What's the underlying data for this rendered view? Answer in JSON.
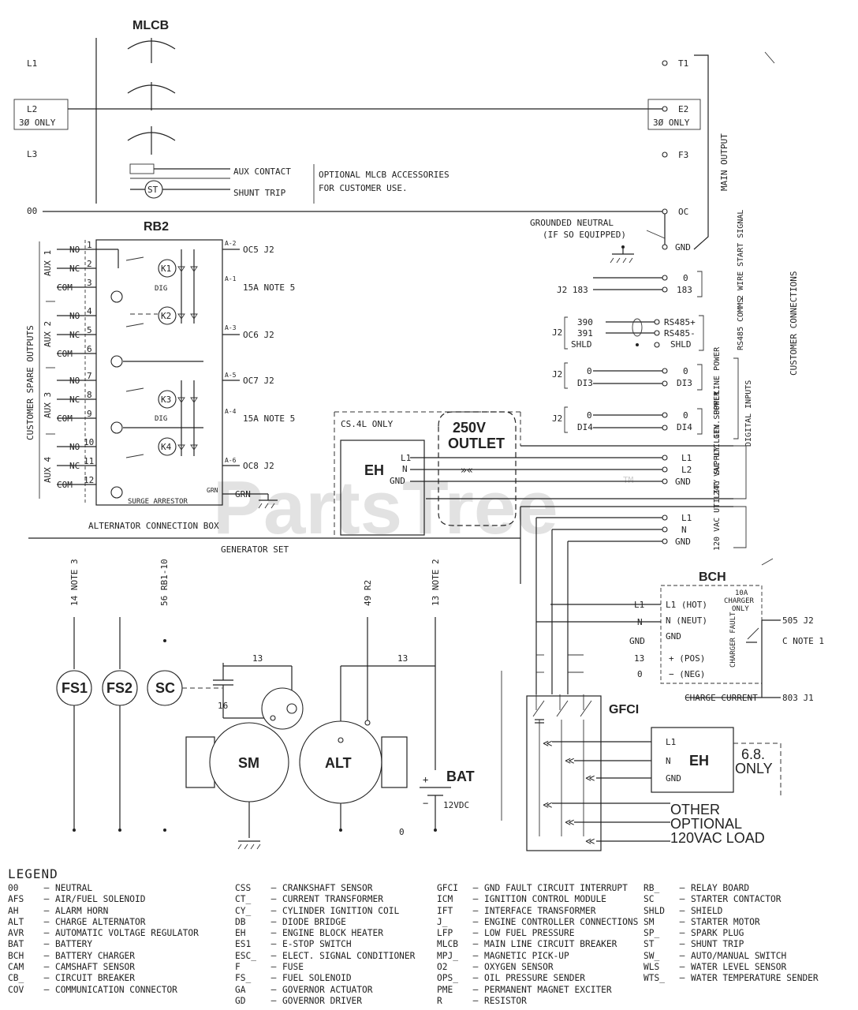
{
  "labels": {
    "mlcb": "MLCB",
    "rb2": "RB2",
    "l1": "L1",
    "l2": "L2",
    "l3": "L3",
    "l0": "00",
    "three_phase_left": "3Ø ONLY",
    "three_phase_right": "3Ø ONLY",
    "t1": "T1",
    "t2": "E2",
    "t3": "F3",
    "t0": "OC",
    "gnd": "GND",
    "aux_contact": "AUX CONTACT",
    "shunt_trip": "SHUNT TRIP",
    "st": "ST",
    "mlcb_accessories_1": "OPTIONAL MLCB ACCESSORIES",
    "mlcb_accessories_2": "FOR CUSTOMER USE.",
    "grounded_neutral_1": "GROUNDED NEUTRAL",
    "grounded_neutral_2": "(IF SO EQUIPPED)",
    "main_output": "MAIN OUTPUT",
    "customer_connections": "CUSTOMER CONNECTIONS",
    "customer_spare_outputs": "CUSTOMER SPARE OUTPUTS",
    "aux1": "AUX 1",
    "aux2": "AUX 2",
    "aux3": "AUX 3",
    "aux4": "AUX 4",
    "no": "NO",
    "nc": "NC",
    "com": "COM",
    "k1": "K1",
    "k2": "K2",
    "k3": "K3",
    "k4": "K4",
    "dig": "DIG",
    "oc5": "OC5 J2",
    "oc6": "OC6 J2",
    "oc7": "OC7 J2",
    "oc8": "OC8 J2",
    "note5_a": "15A NOTE 5",
    "note5_b": "15A NOTE 5",
    "a2": "A-2",
    "a1": "A-1",
    "a3": "A-3",
    "a5": "A-5",
    "a4": "A-4",
    "a6": "A-6",
    "pin1": "1",
    "pin2": "2",
    "pin3": "3",
    "pin4": "4",
    "pin5": "5",
    "pin6": "6",
    "pin7": "7",
    "pin8": "8",
    "pin9": "9",
    "pin10": "10",
    "pin11": "11",
    "pin12": "12",
    "surge_arrestor": "SURGE ARRESTOR",
    "grn": "GRN",
    "alternator_connection_box": "ALTERNATOR CONNECTION BOX",
    "generator_set": "GENERATOR SET",
    "j2_183": "J2 183",
    "zero": "0",
    "n183": "183",
    "two_wire_start": "2 WIRE START SIGNAL",
    "j2": "J2",
    "n390": "390",
    "n391": "391",
    "shld": "SHLD",
    "rs485p": "RS485+",
    "rs485m": "RS485-",
    "shld_r": "SHLD",
    "rs485_comms": "RS485 COMMS",
    "di3": "DI3",
    "di3r": "DI3",
    "di4": "DI4",
    "di4r": "DI4",
    "line_power": "LINE POWER",
    "gen_power": "GEN. POWER",
    "digital_inputs": "DIGITAL INPUTS",
    "cs4_only": "CS.4L ONLY",
    "outlet_1": "250V",
    "outlet_2": "OUTLET",
    "eh": "EH",
    "eh2": "EH",
    "el1": "L1",
    "en": "N",
    "egnd": "GND",
    "u_l1": "L1",
    "u_l2": "L2",
    "u_gnd": "GND",
    "utility_24": "24C VAC UTILITY SUPPLY",
    "u120_l1": "L1",
    "u120_n": "N",
    "u120_gnd": "GND",
    "utility_120": "120 VAC UTILITY SUPPLY",
    "bch": "BCH",
    "l1_hot": "L1 (HOT)",
    "n_neut": "N (NEUT)",
    "bch_gnd": "GND",
    "pos": "+ (POS)",
    "neg": "− (NEG)",
    "gnd_wire": "GND",
    "w13": "13",
    "w0": "0",
    "charger_only_1": "10A",
    "charger_only_2": "CHARGER",
    "charger_only_3": "ONLY",
    "charger_fault": "CHARGER FAULT",
    "w505": "505 J2",
    "note1": "C NOTE 1",
    "charge_current": "CHARGE CURRENT",
    "w803": "803 J1",
    "w_l1": "L1",
    "w_n": "N",
    "gfci": "GFCI",
    "g_l1": "L1",
    "g_n": "N",
    "g_gnd": "GND",
    "only_68_1": "6.8.",
    "only_68_2": "ONLY",
    "other_1": "OTHER",
    "other_2": "OPTIONAL",
    "other_3": "120VAC LOAD",
    "v14": "14 NOTE 3",
    "v56": "56 RB1-10",
    "v49": "49 R2",
    "v13": "13 NOTE 2",
    "fs1": "FS1",
    "fs2": "FS2",
    "sc": "SC",
    "sm": "SM",
    "alt": "ALT",
    "bat": "BAT",
    "v12": "12VDC",
    "n13a": "13",
    "n13b": "13",
    "n16": "16",
    "n0": "0",
    "watermark": "PartsTree",
    "tm": "TM"
  },
  "legend": {
    "title": "LEGEND",
    "columns": [
      [
        [
          "00",
          "NEUTRAL"
        ],
        [
          "AFS",
          "AIR/FUEL SOLENOID"
        ],
        [
          "AH",
          "ALARM HORN"
        ],
        [
          "ALT",
          "CHARGE ALTERNATOR"
        ],
        [
          "AVR",
          "AUTOMATIC VOLTAGE REGULATOR"
        ],
        [
          "BAT",
          "BATTERY"
        ],
        [
          "BCH",
          "BATTERY CHARGER"
        ],
        [
          "CAM",
          "CAMSHAFT SENSOR"
        ],
        [
          "CB_",
          "CIRCUIT BREAKER"
        ],
        [
          "COV",
          "COMMUNICATION CONNECTOR"
        ]
      ],
      [
        [
          "CSS",
          "CRANKSHAFT SENSOR"
        ],
        [
          "CT_",
          "CURRENT TRANSFORMER"
        ],
        [
          "CY_",
          "CYLINDER IGNITION COIL"
        ],
        [
          "DB",
          "DIODE BRIDGE"
        ],
        [
          "EH",
          "ENGINE BLOCK HEATER"
        ],
        [
          "ES1",
          "E-STOP SWITCH"
        ],
        [
          "ESC_",
          "ELECT. SIGNAL CONDITIONER"
        ],
        [
          "F",
          "FUSE"
        ],
        [
          "FS_",
          "FUEL SOLENOID"
        ],
        [
          "GA",
          "GOVERNOR ACTUATOR"
        ],
        [
          "GD",
          "GOVERNOR DRIVER"
        ]
      ],
      [
        [
          "GFCI",
          "GND FAULT CIRCUIT INTERRUPT"
        ],
        [
          "ICM",
          "IGNITION CONTROL MODULE"
        ],
        [
          "IFT",
          "INTERFACE TRANSFORMER"
        ],
        [
          "J_",
          "ENGINE CONTROLLER CONNECTIONS"
        ],
        [
          "LFP",
          "LOW FUEL PRESSURE"
        ],
        [
          "MLCB",
          "MAIN LINE CIRCUIT BREAKER"
        ],
        [
          "MPJ_",
          "MAGNETIC PICK-UP"
        ],
        [
          "O2",
          "OXYGEN SENSOR"
        ],
        [
          "OPS_",
          "OIL PRESSURE SENDER"
        ],
        [
          "PME",
          "PERMANENT MAGNET EXCITER"
        ],
        [
          "R",
          "RESISTOR"
        ]
      ],
      [
        [
          "RB_",
          "RELAY BOARD"
        ],
        [
          "SC",
          "STARTER CONTACTOR"
        ],
        [
          "SHLD",
          "SHIELD"
        ],
        [
          "SM",
          "STARTER MOTOR"
        ],
        [
          "SP_",
          "SPARK PLUG"
        ],
        [
          "ST",
          "SHUNT TRIP"
        ],
        [
          "SW_",
          "AUTO/MANUAL SWITCH"
        ],
        [
          "WLS",
          "WATER LEVEL SENSOR"
        ],
        [
          "WTS_",
          "WATER TEMPERATURE SENDER"
        ]
      ]
    ]
  }
}
